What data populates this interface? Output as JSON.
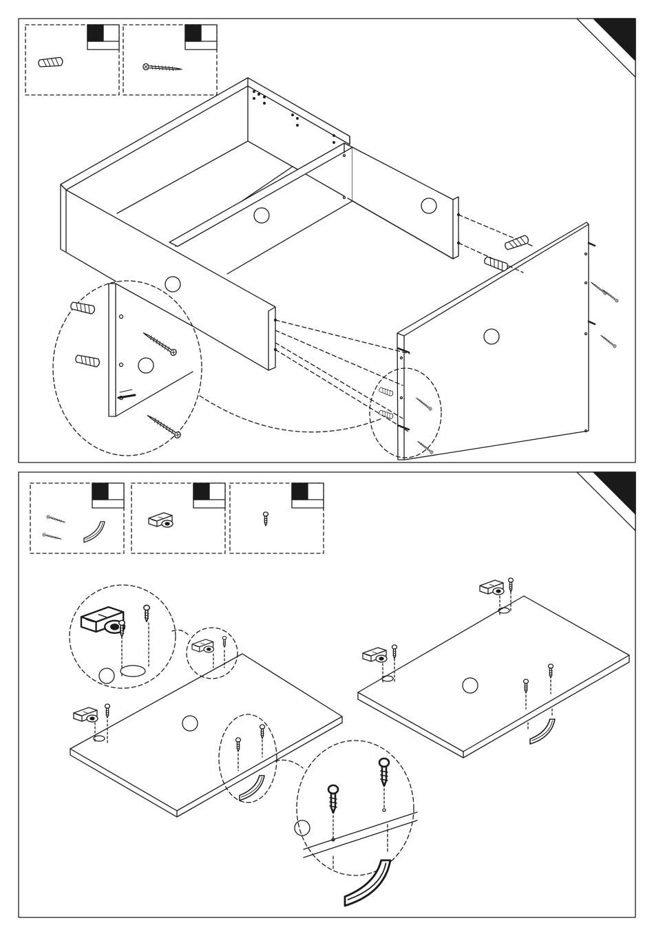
{
  "document": {
    "type": "furniture assembly instructions",
    "page_text": ""
  },
  "steps": [
    {
      "id": "step-a",
      "number_label": "",
      "parts": [
        {
          "icon": "wooden-dowel-icon",
          "quantity_label": ""
        },
        {
          "icon": "wood-screw-icon",
          "quantity_label": ""
        }
      ],
      "panels": [
        {
          "id": "back-panel",
          "callout": ""
        },
        {
          "id": "middle-divider",
          "callout": ""
        },
        {
          "id": "right-inner-side",
          "callout": ""
        },
        {
          "id": "front-panel",
          "callout": ""
        },
        {
          "id": "side-panel",
          "callout": ""
        },
        {
          "id": "detail-panel",
          "callout": ""
        }
      ]
    },
    {
      "id": "step-b",
      "number_label": "",
      "parts": [
        {
          "icon": "handle-and-screws-icon",
          "quantity_label": ""
        },
        {
          "icon": "hinge-icon",
          "quantity_label": ""
        },
        {
          "icon": "small-screw-icon",
          "quantity_label": ""
        }
      ],
      "panels": [
        {
          "id": "left-door",
          "callout": ""
        },
        {
          "id": "right-door",
          "callout": ""
        },
        {
          "id": "hinge-detail",
          "callout": ""
        },
        {
          "id": "handle-detail",
          "callout": ""
        }
      ]
    }
  ],
  "colors": {
    "line": "#1a1a1a",
    "fill": "#ffffff",
    "marker": "#1a1a1a",
    "dark_part": "#444444"
  }
}
